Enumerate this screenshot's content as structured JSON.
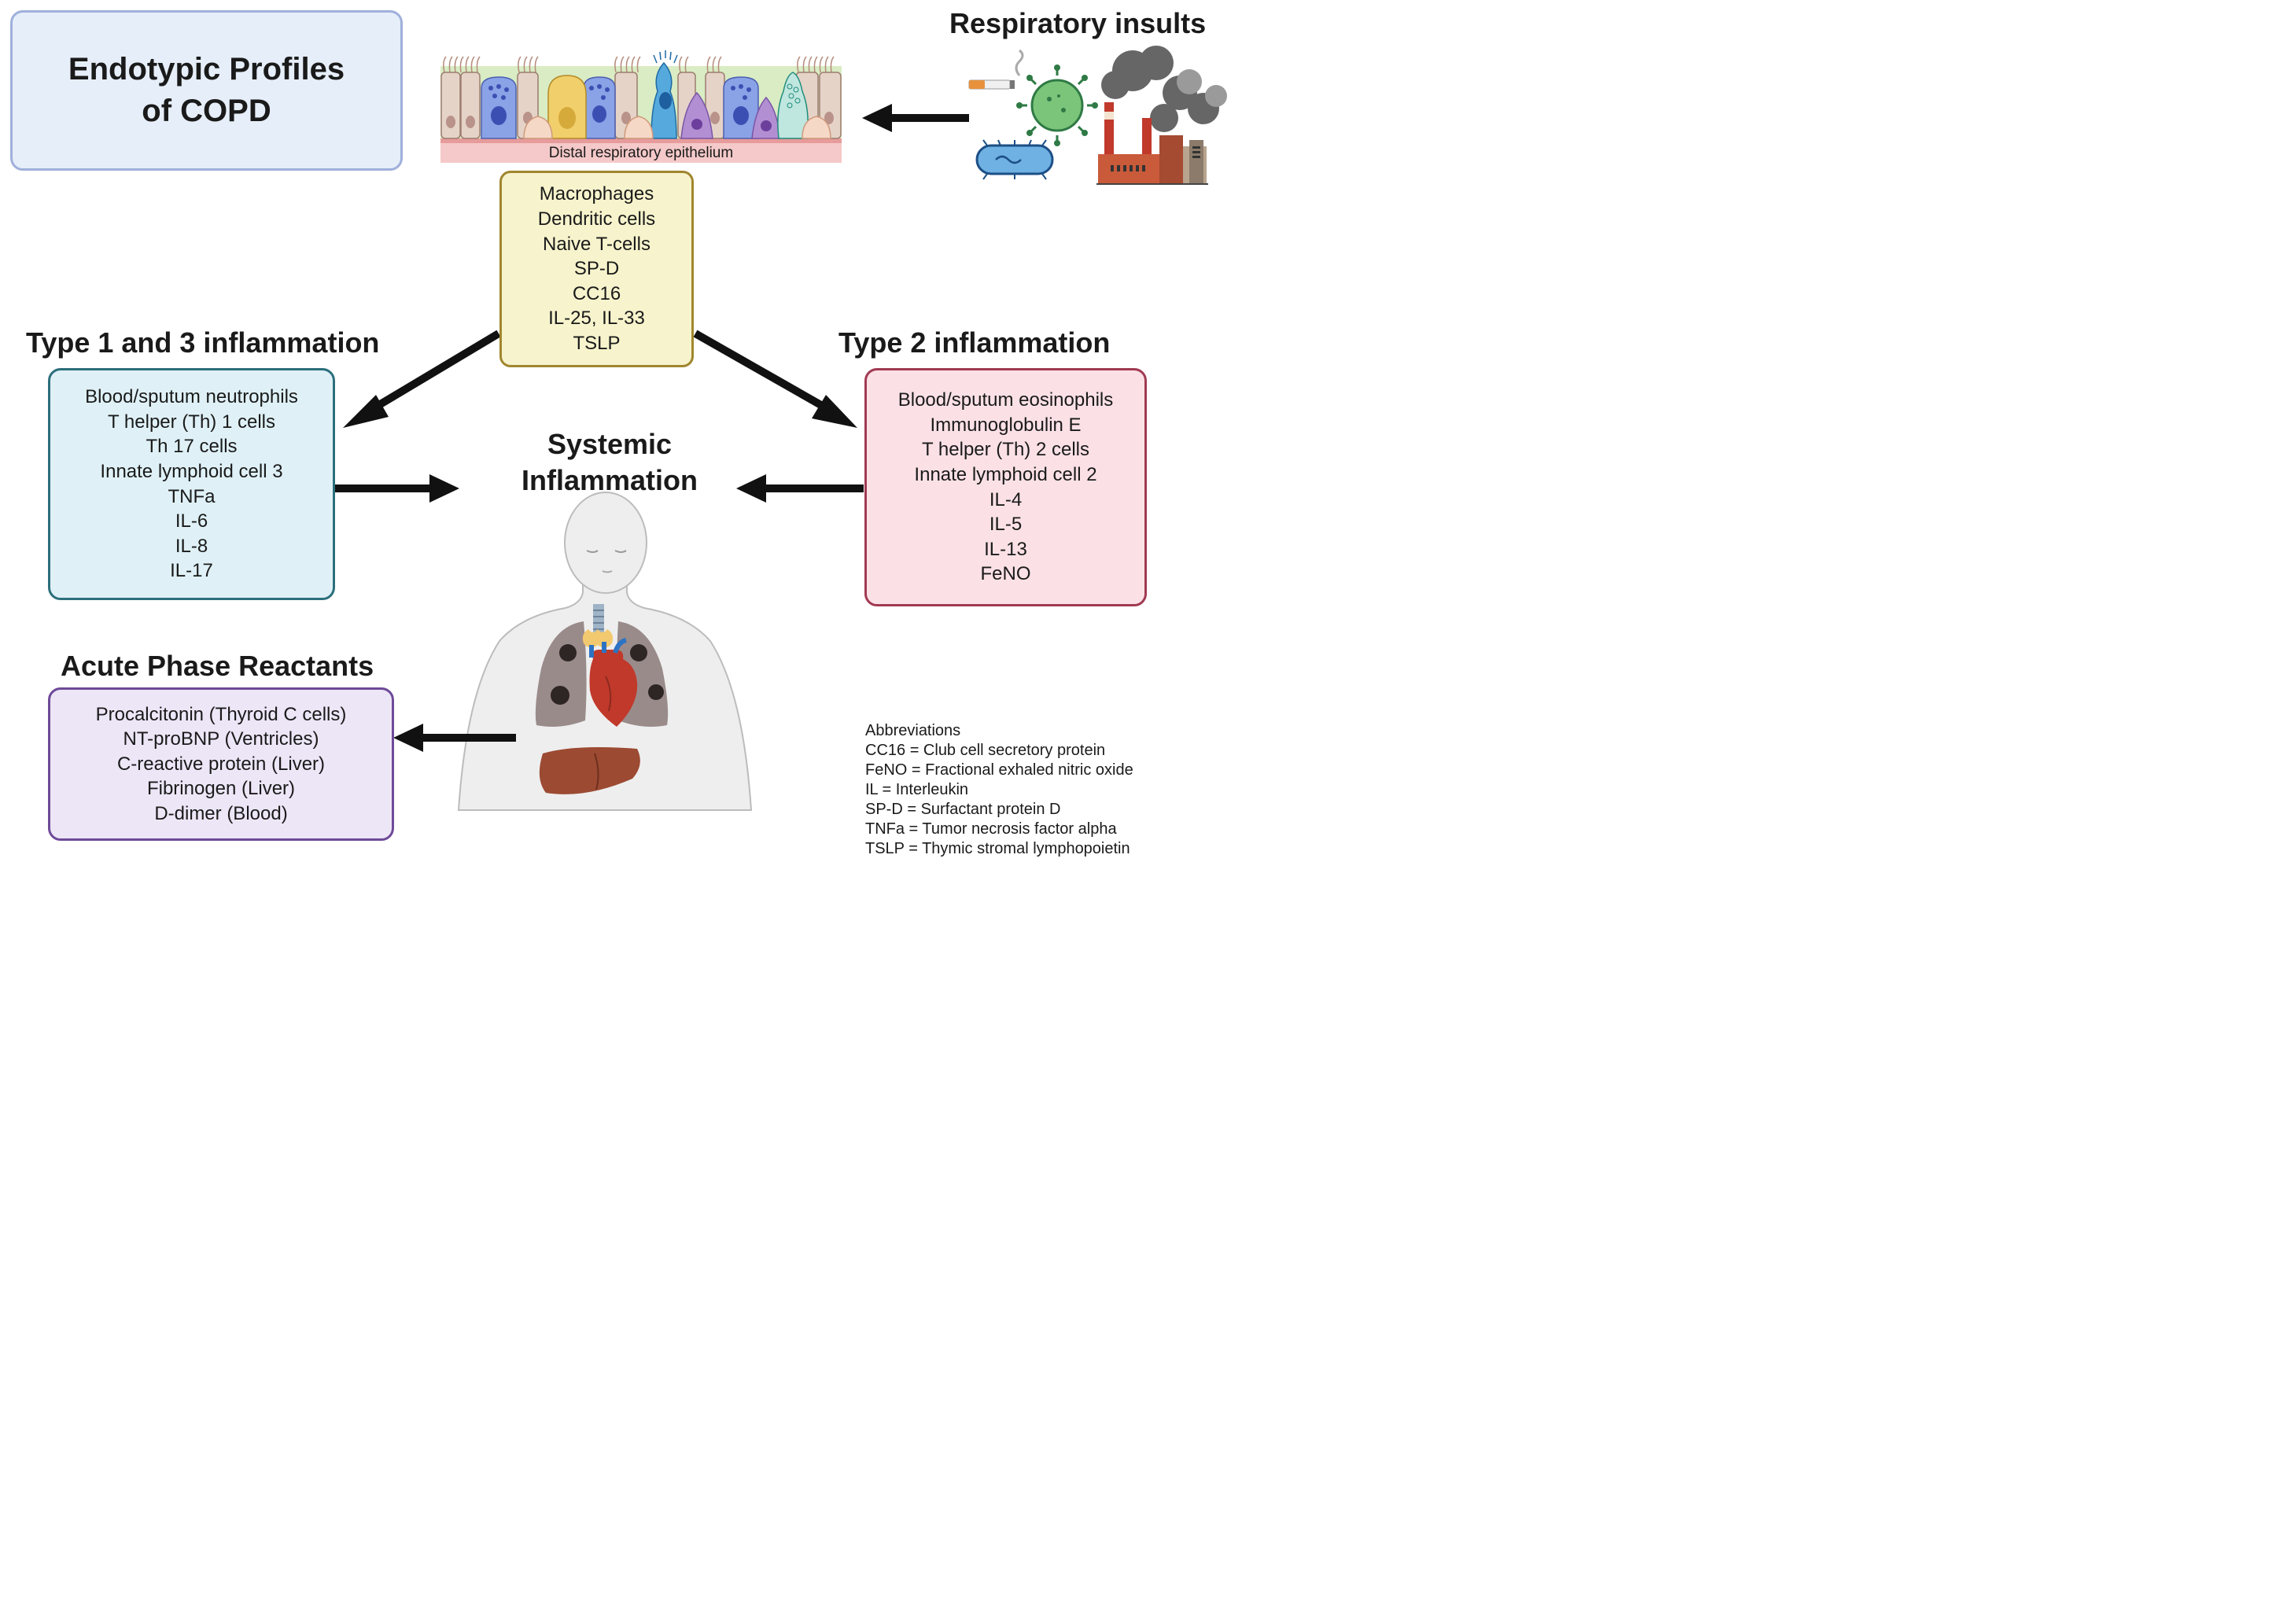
{
  "title": {
    "line1": "Endotypic Profiles",
    "line2": "of  COPD"
  },
  "respiratory_insults": "Respiratory insults",
  "epithelium_label": "Distal respiratory epithelium",
  "center_box": [
    "Macrophages",
    "Dendritic cells",
    "Naive T-cells",
    "SP-D",
    "CC16",
    "IL-25, IL-33",
    "TSLP"
  ],
  "type13": {
    "heading": "Type 1 and 3 inflammation",
    "items": [
      "Blood/sputum neutrophils",
      "T helper (Th) 1 cells",
      "Th 17 cells",
      "Innate lymphoid cell 3",
      "TNFa",
      "IL-6",
      "IL-8",
      "IL-17"
    ]
  },
  "type2": {
    "heading": "Type 2 inflammation",
    "items": [
      "Blood/sputum eosinophils",
      "Immunoglobulin E",
      "T helper (Th) 2 cells",
      "Innate lymphoid cell 2",
      "IL-4",
      "IL-5",
      "IL-13",
      "FeNO"
    ]
  },
  "systemic": {
    "line1": "Systemic",
    "line2": "Inflammation"
  },
  "acute": {
    "heading": "Acute Phase Reactants",
    "items": [
      "Procalcitonin (Thyroid C cells)",
      "NT-proBNP (Ventricles)",
      "C-reactive protein (Liver)",
      "Fibrinogen (Liver)",
      "D-dimer (Blood)"
    ]
  },
  "abbreviations": [
    "Abbreviations",
    "CC16 = Club cell secretory protein",
    "FeNO = Fractional exhaled nitric oxide",
    "IL = Interleukin",
    "SP-D = Surfactant protein D",
    "TNFa = Tumor necrosis factor alpha",
    "TSLP = Thymic stromal lymphopoietin"
  ],
  "colors": {
    "title_bg": "#e6eef9",
    "center_bg": "#f7f4cd",
    "type13_bg": "#dff1f7",
    "type2_bg": "#fbe1e6",
    "acute_bg": "#ede6f7",
    "arrow": "#111111"
  }
}
